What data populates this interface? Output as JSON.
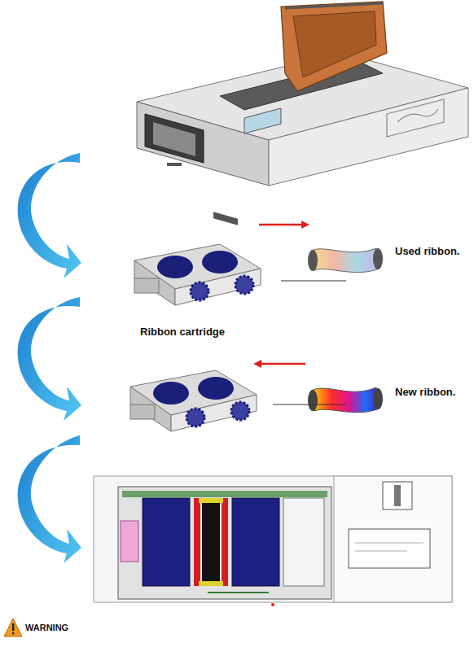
{
  "diagram": {
    "labels": [
      "Used ribbon.",
      "Ribbon cartridge",
      "New ribbon.",
      "WARNING"
    ]
  }
}
